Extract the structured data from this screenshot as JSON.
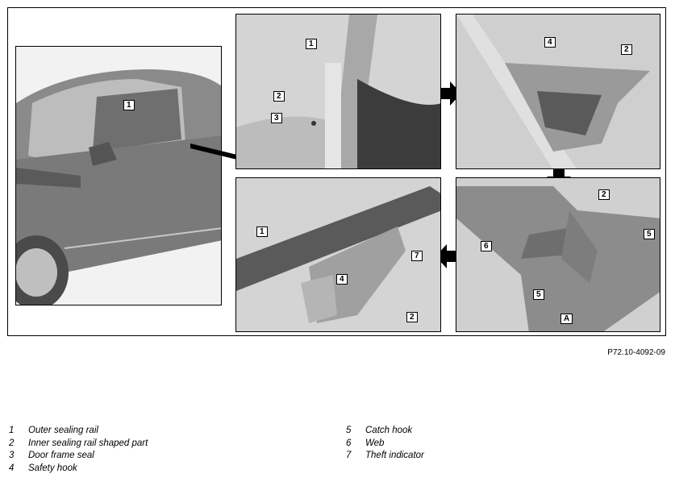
{
  "figure": {
    "reference": "P72.10-4092-09",
    "callouts": {
      "car": [
        "1"
      ],
      "panel_a": [
        "1",
        "2",
        "3"
      ],
      "panel_b": [
        "4",
        "2"
      ],
      "panel_c": [
        "2",
        "6",
        "5",
        "5",
        "A"
      ],
      "panel_d": [
        "1",
        "7",
        "4",
        "2"
      ]
    }
  },
  "legend": {
    "left": [
      {
        "num": "1",
        "text": "Outer sealing rail"
      },
      {
        "num": "2",
        "text": "Inner sealing rail shaped part"
      },
      {
        "num": "3",
        "text": "Door frame seal"
      },
      {
        "num": "4",
        "text": "Safety hook"
      }
    ],
    "right": [
      {
        "num": "5",
        "text": "Catch hook"
      },
      {
        "num": "6",
        "text": "Web"
      },
      {
        "num": "7",
        "text": "Theft indicator"
      }
    ]
  }
}
